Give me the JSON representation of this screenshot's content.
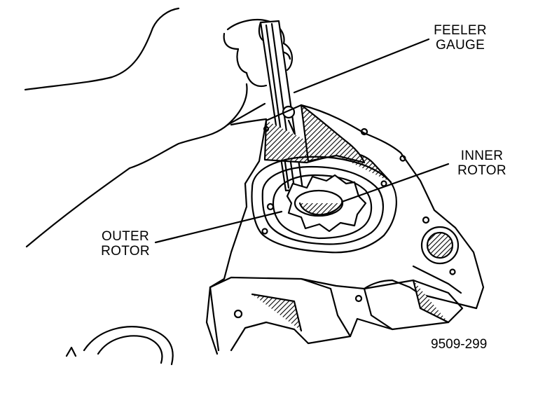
{
  "labels": {
    "feeler_gauge": [
      "FEELER",
      "GAUGE"
    ],
    "inner_rotor": [
      "INNER",
      "ROTOR"
    ],
    "outer_rotor": [
      "OUTER",
      "ROTOR"
    ]
  },
  "figure_number": "9509-299",
  "colors": {
    "ink": "#000000",
    "paper": "#ffffff"
  }
}
